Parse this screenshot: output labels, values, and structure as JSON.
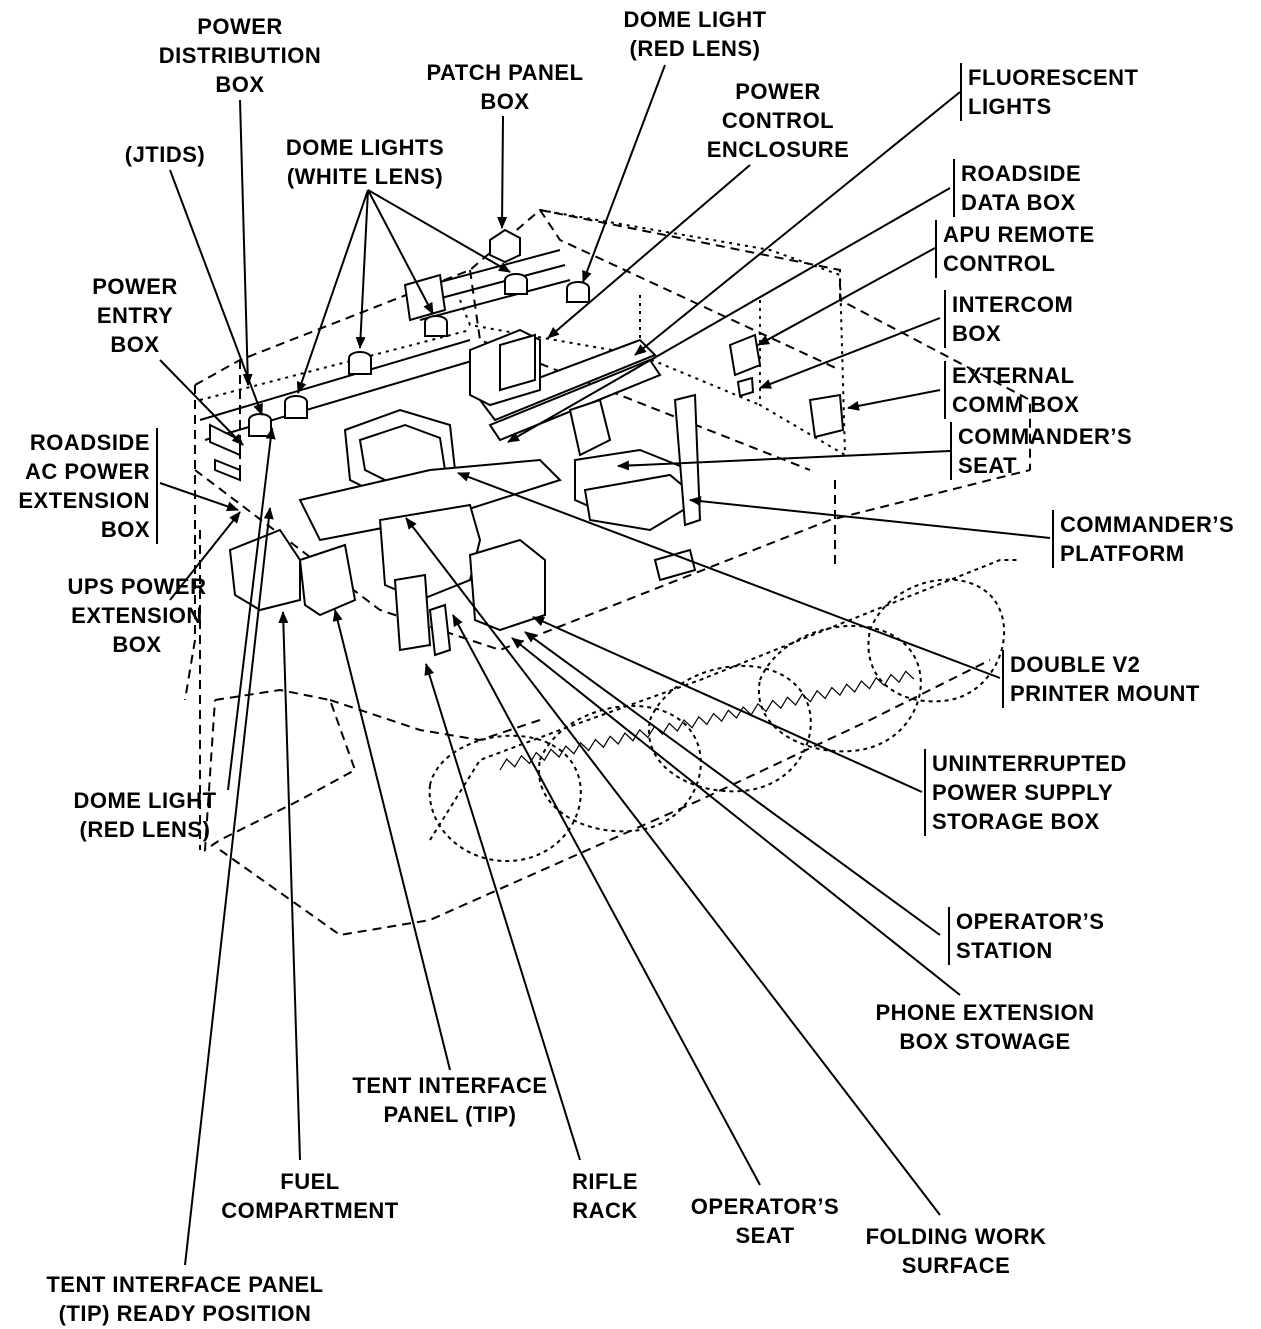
{
  "callouts": {
    "power_distribution_box": [
      "POWER",
      "DISTRIBUTION",
      "BOX"
    ],
    "patch_panel_box": [
      "PATCH PANEL",
      "BOX"
    ],
    "dome_light_red_top": [
      "DOME LIGHT",
      "(RED LENS)"
    ],
    "power_control_enclosure": [
      "POWER",
      "CONTROL",
      "ENCLOSURE"
    ],
    "fluorescent_lights": [
      "FLUORESCENT",
      "LIGHTS"
    ],
    "jtids": [
      "(JTIDS)"
    ],
    "dome_lights_white": [
      "DOME LIGHTS",
      "(WHITE LENS)"
    ],
    "roadside_data_box": [
      "ROADSIDE",
      "DATA BOX"
    ],
    "apu_remote_control": [
      "APU REMOTE",
      "CONTROL"
    ],
    "power_entry_box": [
      "POWER",
      "ENTRY",
      "BOX"
    ],
    "intercom_box": [
      "INTERCOM",
      "BOX"
    ],
    "external_comm_box": [
      "EXTERNAL",
      "COMM BOX"
    ],
    "roadside_ac_power": [
      "ROADSIDE",
      "AC POWER",
      "EXTENSION",
      "BOX"
    ],
    "commanders_seat": [
      "COMMANDER’S",
      "SEAT"
    ],
    "commanders_platform": [
      "COMMANDER’S",
      "PLATFORM"
    ],
    "ups_power_extension": [
      "UPS POWER",
      "EXTENSION",
      "BOX"
    ],
    "double_v2_printer": [
      "DOUBLE V2",
      "PRINTER MOUNT"
    ],
    "ups_storage_box": [
      "UNINTERRUPTED",
      "POWER SUPPLY",
      "STORAGE BOX"
    ],
    "dome_light_red_left": [
      "DOME LIGHT",
      "(RED LENS)"
    ],
    "operators_station": [
      "OPERATOR’S",
      "STATION"
    ],
    "phone_extension": [
      "PHONE EXTENSION",
      "BOX STOWAGE"
    ],
    "tent_interface_panel": [
      "TENT INTERFACE",
      "PANEL (TIP)"
    ],
    "fuel_compartment": [
      "FUEL",
      "COMPARTMENT"
    ],
    "rifle_rack": [
      "RIFLE",
      "RACK"
    ],
    "operators_seat": [
      "OPERATOR’S",
      "SEAT"
    ],
    "folding_work_surface": [
      "FOLDING WORK",
      "SURFACE"
    ],
    "tip_ready_position": [
      "TENT INTERFACE PANEL",
      "(TIP) READY POSITION"
    ]
  }
}
